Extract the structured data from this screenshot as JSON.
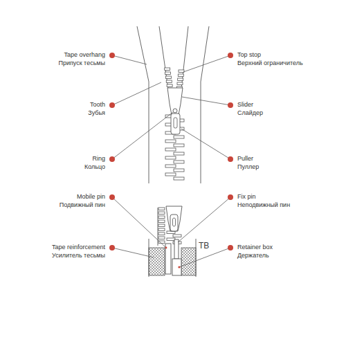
{
  "diagram": {
    "labels": [
      "Tape overhang",
      "Припуск тесьмы",
      "Top stop",
      "Верхний ограничитель",
      "Tooth",
      "Зубья",
      "Slider",
      "Слайдер",
      "Ring",
      "Кольцо",
      "Puller",
      "Пуллер",
      "Mobile pin",
      "Подвижный пин",
      "Fix pin",
      "Неподвижный пин",
      "Tape reinforcement",
      "Усилитель тесьмы",
      "TB",
      "Retainer box",
      "Держатель"
    ]
  }
}
